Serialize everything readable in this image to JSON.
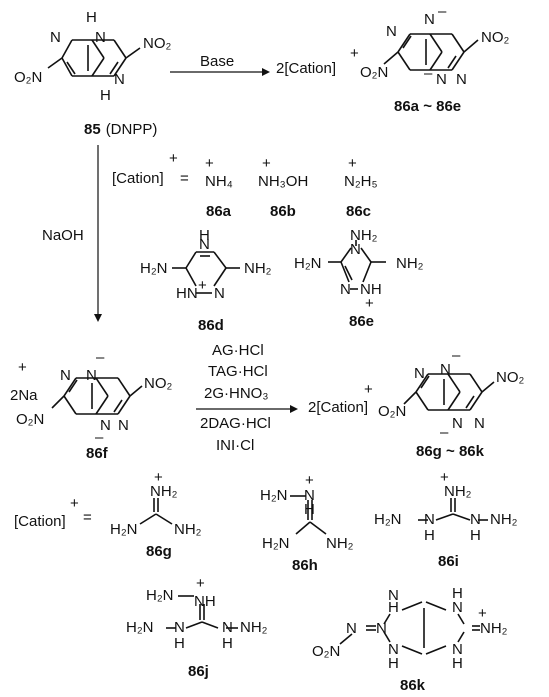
{
  "reaction_1": {
    "reagent": "Base",
    "coef": "2[Cation]",
    "plus": "+",
    "label": "86a ~ 86e"
  },
  "compound_85": {
    "label": "85",
    "name": "(DNPP)"
  },
  "cation_def_1": {
    "lhs": "[Cation]",
    "eq": "=",
    "cations": [
      {
        "formula": "NH₄",
        "label": "86a"
      },
      {
        "formula": "NH₃OH",
        "label": "86b"
      },
      {
        "formula": "N₂H₅",
        "label": "86c"
      },
      {
        "label": "86d"
      },
      {
        "label": "86e"
      }
    ]
  },
  "reaction_2": {
    "reagent": "NaOH"
  },
  "compound_86f": {
    "label": "86f",
    "counter": "2Na"
  },
  "reaction_3": {
    "reagents": [
      "AG·HCl",
      "TAG·HCl",
      "2G·HNO₃",
      "2DAG·HCl",
      "INI·Cl"
    ],
    "coef": "2[Cation]",
    "label": "86g ~ 86k"
  },
  "cation_def_2": {
    "lhs": "[Cation]",
    "eq": "=",
    "labels": [
      "86g",
      "86h",
      "86i",
      "86j",
      "86k"
    ]
  },
  "atoms": {
    "N": "N",
    "H": "H",
    "NH": "NH",
    "HN": "HN",
    "NH2": "NH₂",
    "H2N": "H₂N",
    "NO2": "NO₂",
    "O2N": "O₂N",
    "minus": "–",
    "plus": "+"
  }
}
